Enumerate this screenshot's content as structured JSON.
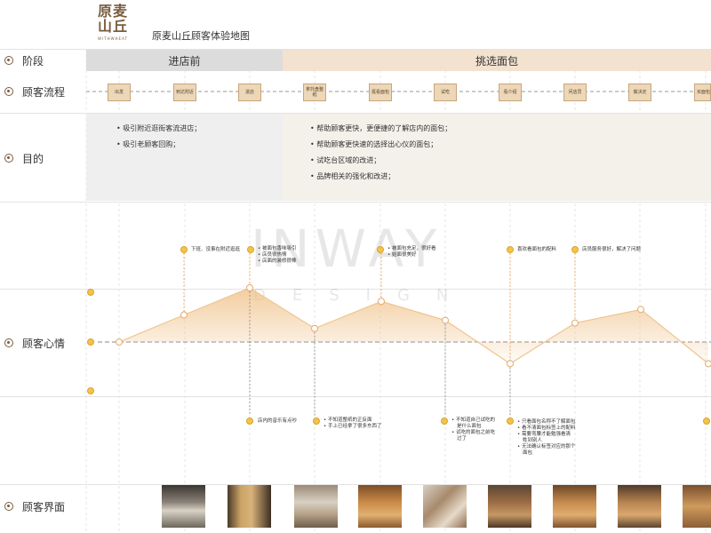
{
  "header": {
    "logo_main_line1": "原麦",
    "logo_main_line2": "山丘",
    "logo_sub": "WITHWHEAT",
    "title": "原麦山丘顾客体验地图"
  },
  "rows": {
    "stage": "阶段",
    "flow": "顾客流程",
    "goal": "目的",
    "emotion": "顾客心情",
    "interface": "顾客界面"
  },
  "stages": [
    "进店前",
    "挑选面包"
  ],
  "flow_steps": [
    "出发",
    "到达附近",
    "进店",
    "拿托盘整纸",
    "逛看面包",
    "试吃",
    "看介绍",
    "问店员",
    "做决定",
    "买面包"
  ],
  "goals": {
    "stage1": [
      "吸引附近逛街客流进店；",
      "吸引老顾客回购；"
    ],
    "stage2": [
      "帮助顾客更快，更便捷的了解店内的面包；",
      "帮助顾客更快速的选择出心仪的面包；",
      "试吃台区域的改进；",
      "品牌相关的强化和改进；"
    ]
  },
  "emotion_points": [
    0,
    1,
    2,
    0.5,
    1.5,
    0.8,
    -0.8,
    0.7,
    1.2,
    -0.8
  ],
  "positive_notes": [
    {
      "lines": [
        "下班、没事在附近逛逛"
      ]
    },
    {
      "lines": [
        "被面包香味吸引",
        "店员很热情",
        "店面的装修很棒"
      ]
    },
    {
      "lines": [
        "被面包充足，很好看",
        "始面很美好"
      ]
    },
    {
      "lines": [
        "喜欢看面包的配料"
      ]
    },
    {
      "lines": [
        "店员服务很好，解决了问题"
      ]
    }
  ],
  "negative_notes": [
    {
      "lines": [
        "店内的音乐有点吵"
      ]
    },
    {
      "lines": [
        "不知道整纸的正反面",
        "手上已经拿了很多东西了"
      ]
    },
    {
      "lines": [
        "不知道自己试吃的",
        "是什么面包",
        "试吃的面包之前吃",
        "过了"
      ]
    },
    {
      "lines": [
        "只看面包名称不了解面包",
        "看不清面包标签上的配料",
        "需要弯腰才能勉强看清",
        "牲到别人",
        "无法确认标签对应的那个",
        "面包"
      ]
    }
  ],
  "watermark": {
    "big": "INWAY",
    "small": "DESIGN"
  },
  "colors": {
    "accent": "#7a5c3e",
    "curve": "#f0c48e",
    "stage1": "#dcdcdc",
    "stage2": "#f3e2cf"
  },
  "icons": {
    "row_marker": "radio-icon",
    "positive": "smiley-icon",
    "neutral": "neutral-face-icon",
    "negative": "sad-face-icon"
  }
}
